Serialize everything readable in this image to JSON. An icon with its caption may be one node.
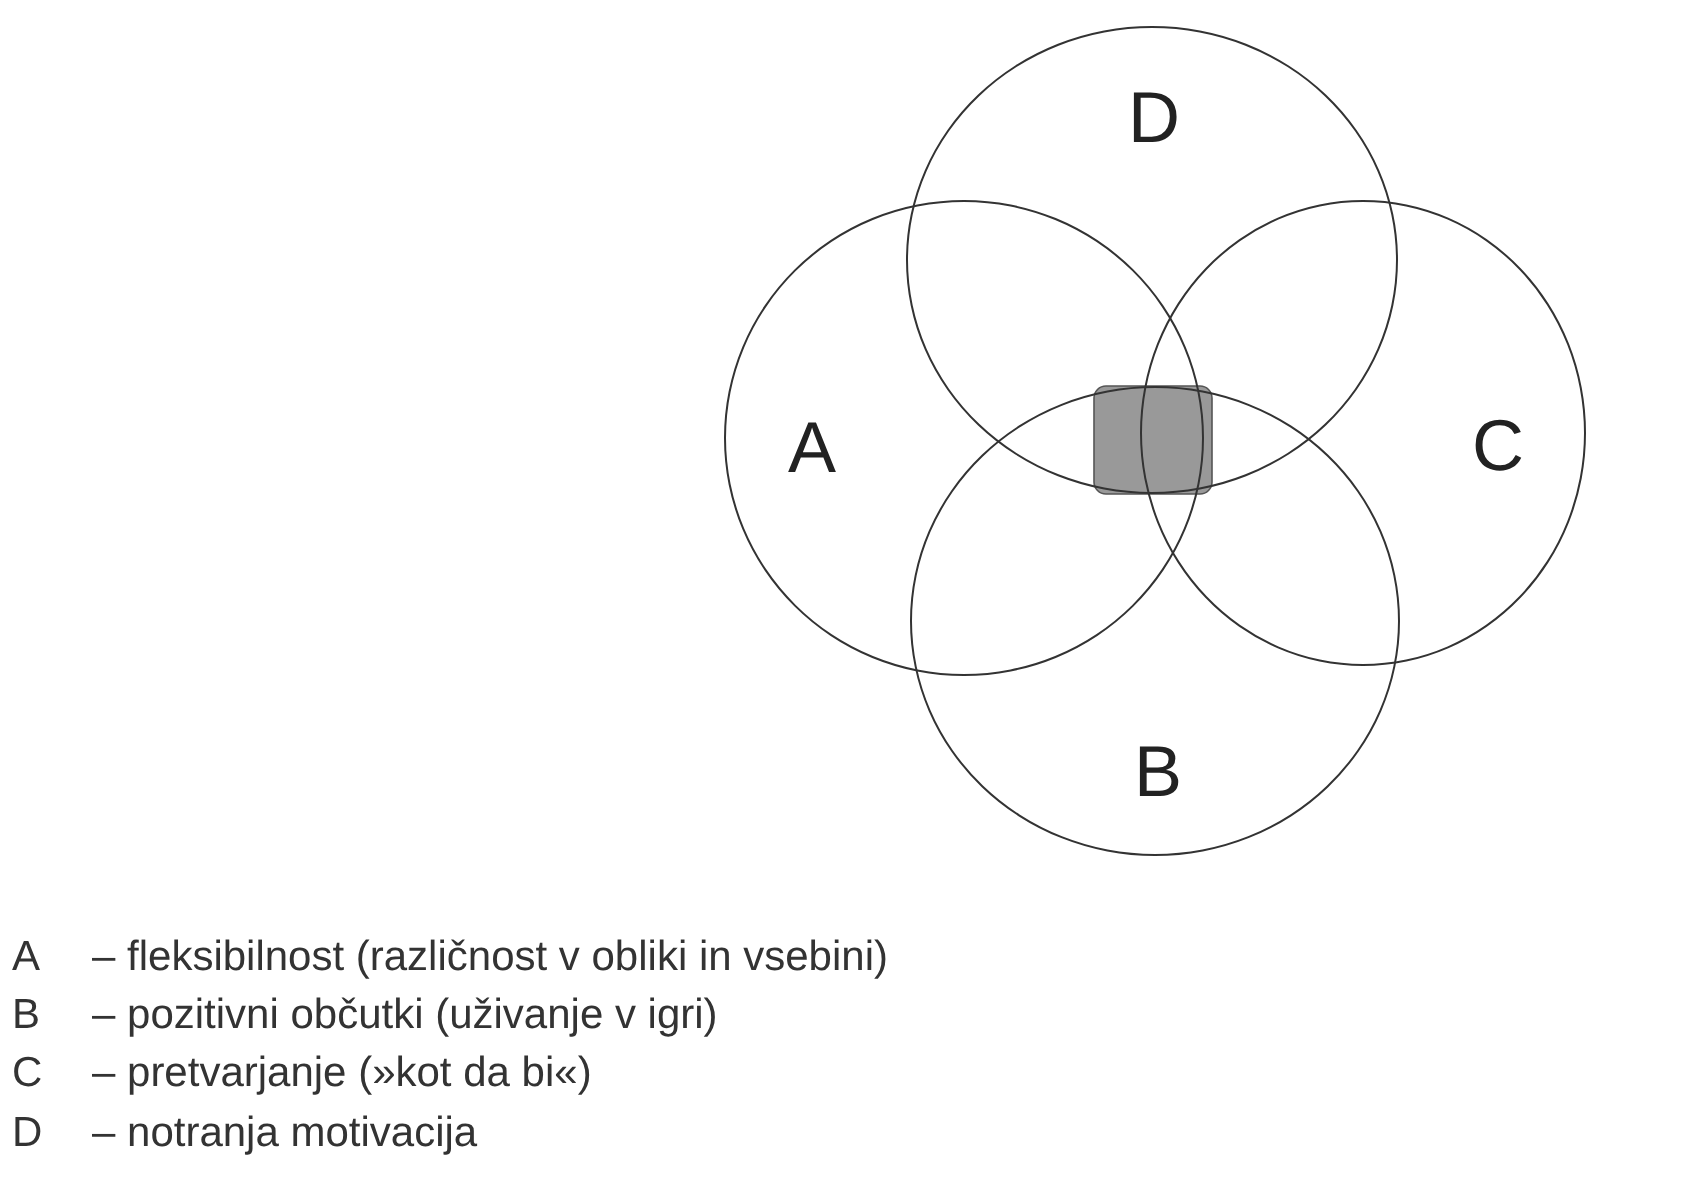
{
  "diagram": {
    "nodes": [
      {
        "text": [
          "D"
        ]
      },
      {
        "text": [
          "A"
        ]
      },
      {
        "text": [
          "C"
        ]
      },
      {
        "text": [
          "B"
        ]
      }
    ],
    "labels": [
      "A",
      "– fleksibilnost (različnost v obliki in vsebini)",
      "B",
      "– pozitivni občutki (uživanje v igri)",
      "C",
      "– pretvarjanje (»kot da bi«)",
      "D",
      "– notranja motivacija"
    ]
  }
}
